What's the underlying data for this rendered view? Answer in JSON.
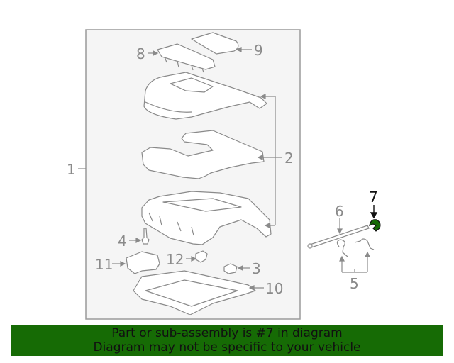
{
  "diagram": {
    "title": "Center seat / console assembly diagram",
    "highlighted_part": "7",
    "highlight_color": "#166b05",
    "line_color": "#8a8a8a",
    "frame_fill": "#f5f5f5",
    "callouts": [
      {
        "id": "1",
        "label": "1"
      },
      {
        "id": "2",
        "label": "2"
      },
      {
        "id": "3",
        "label": "3"
      },
      {
        "id": "4",
        "label": "4"
      },
      {
        "id": "5",
        "label": "5"
      },
      {
        "id": "6",
        "label": "6"
      },
      {
        "id": "7",
        "label": "7"
      },
      {
        "id": "8",
        "label": "8"
      },
      {
        "id": "9",
        "label": "9"
      },
      {
        "id": "10",
        "label": "10"
      },
      {
        "id": "11",
        "label": "11"
      },
      {
        "id": "12",
        "label": "12"
      }
    ]
  },
  "banner": {
    "line1": "Part or sub-assembly is #7 in diagram",
    "line2": "Diagram may not be specific to your vehicle",
    "bg_color": "#166b05"
  }
}
